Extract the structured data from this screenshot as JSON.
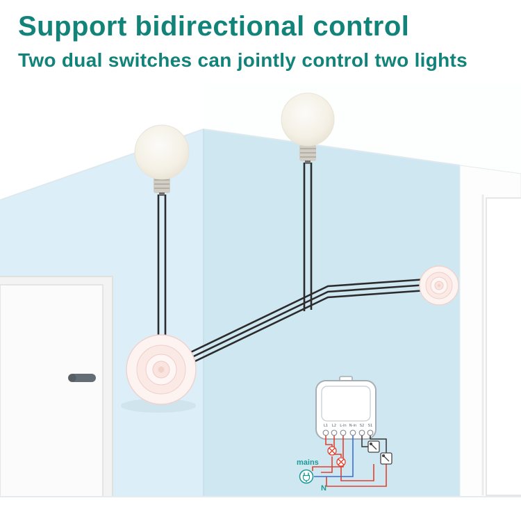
{
  "header": {
    "title": "Support bidirectional control",
    "subtitle": "Two dual switches can jointly control two lights"
  },
  "colors": {
    "headline_teal": "#128379",
    "wall_left": "#dceef7",
    "wall_right": "#cfe7f1",
    "ceiling_white": "#ffffff",
    "wire_black": "#2b2b2b",
    "switch_pink": "#f3d6d1",
    "accent_teal": "#1a9a96",
    "wire_red": "#e2402f",
    "wire_blue": "#3a6fd8"
  },
  "wiring": {
    "terminals": [
      "L1",
      "L2",
      "L-in",
      "N-in",
      "S2",
      "S1"
    ],
    "mains_label": "mains",
    "neutral_label": "N"
  }
}
